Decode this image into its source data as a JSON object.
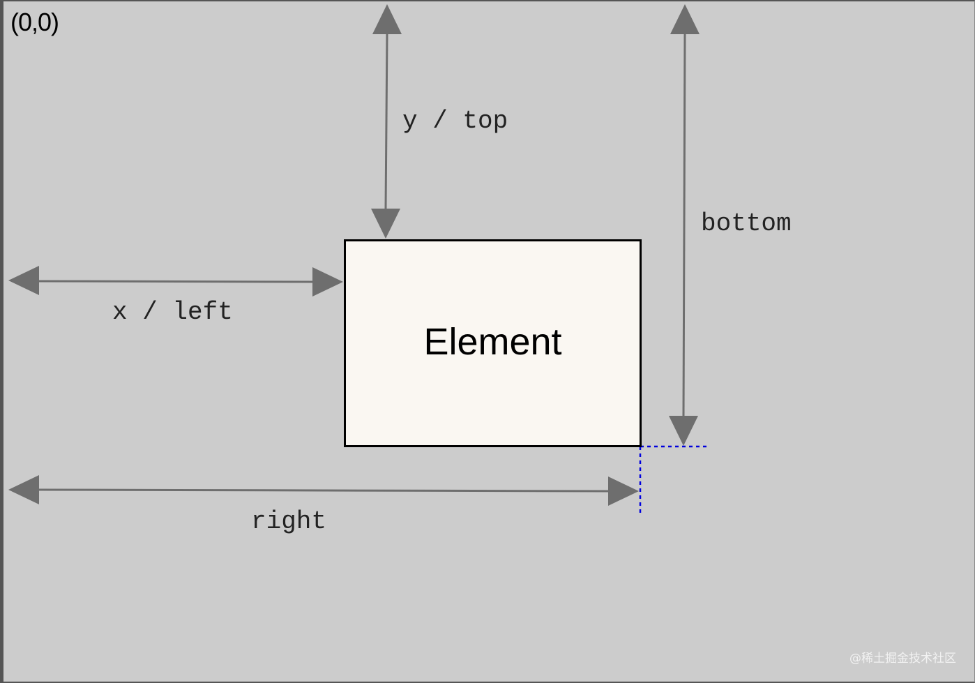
{
  "origin_label": "(0,0)",
  "element_label": "Element",
  "labels": {
    "top": "y / top",
    "left": "x / left",
    "bottom": "bottom",
    "right": "right"
  },
  "watermark": "@稀土掘金技术社区",
  "colors": {
    "background": "#cccccc",
    "arrow": "#6e6e6e",
    "element_fill": "#faf7f2",
    "element_border": "#000000",
    "guide_dotted": "#0000dd",
    "frame": "#555555"
  }
}
